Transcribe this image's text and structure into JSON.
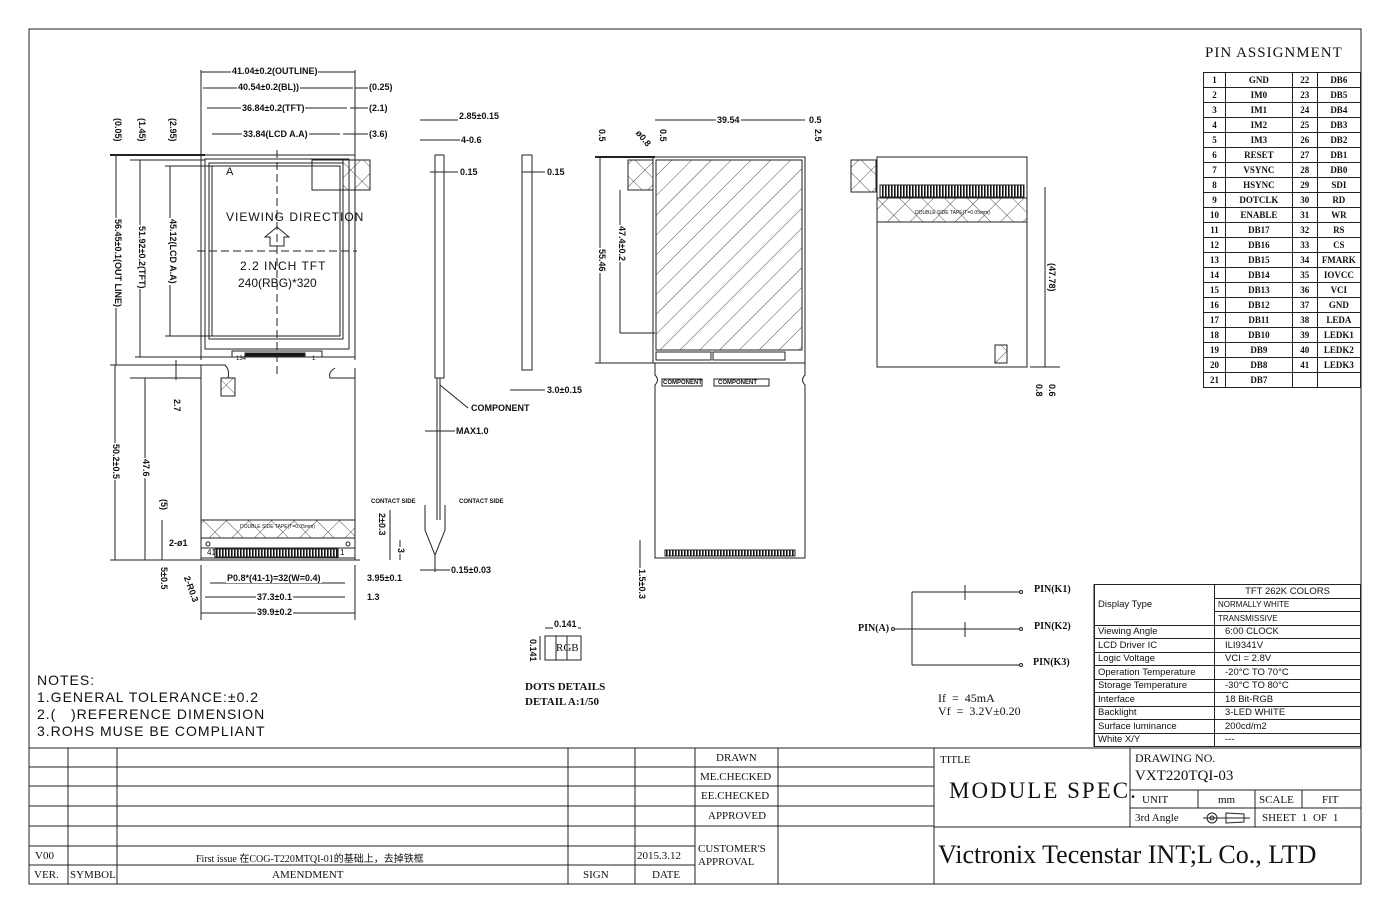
{
  "front_view": {
    "dims": [
      "41.04±0.2(OUTLINE)",
      "40.54±0.2(BL))",
      "(0.25)",
      "36.84±0.2(TFT)",
      "(2.1)",
      "33.84(LCD A.A)",
      "(3.6)"
    ],
    "vdims": [
      "(0.05)",
      "(1.45)",
      "(2.95)",
      "56.45±0.1(OUT LINE)",
      "51.92±0.2(TFT)",
      "45.12(LCD A.A)"
    ],
    "detail_marker": "A",
    "viewing_direction": "VIEWING DIRECTION",
    "size_label": "2.2 INCH TFT",
    "resolution_label": "240(RBG)*320",
    "pin_first": "134",
    "pin_last": "1"
  },
  "fpc": {
    "vdims": [
      "2.7",
      "50.2±0.5",
      "47.6",
      "(5)",
      "5±0.5",
      "2-R0.3"
    ],
    "hole": "2-ø1",
    "pitch": "P0.8*(41-1)=32(W=0.4)",
    "dims": [
      "3.95±0.1",
      "37.3±0.1",
      "1.3",
      "39.9±0.2"
    ],
    "pin_left": "41",
    "pin_right": "1",
    "tape": "DOUBLE SIDE TAPE(T=0.05mm)"
  },
  "side_view": {
    "dims": [
      "2.85±0.15",
      "4-0.6",
      "0.15",
      "0.15",
      "3.0±0.15",
      "COMPONENT",
      "MAX1.0",
      "CONTACT SIDE",
      "CONTACT SIDE",
      "0.15±0.03"
    ],
    "vdims": [
      "2±0.3",
      "3"
    ]
  },
  "back_view": {
    "dims": [
      "39.54",
      "0.5"
    ],
    "vdims": [
      "2.5",
      "0.5",
      "ø0.8",
      "0.5",
      "55.46",
      "47.4±0.2",
      "1.5±0.3"
    ],
    "component_labels": [
      "COMPONENT",
      "COMPONENT"
    ]
  },
  "right_view": {
    "vdims": [
      "(47.78)",
      "0.6",
      "0.8"
    ],
    "tape": "DOUBLE SIDE TAPE(T=0.05mm)"
  },
  "dots": {
    "w": "0.141",
    "h": "0.141",
    "rgb": "RGB",
    "title": "DOTS DETAILS",
    "detail": "DETAIL A:1/50"
  },
  "led": {
    "anode": "PIN(A)",
    "k1": "PIN(K1)",
    "k2": "PIN(K2)",
    "k3": "PIN(K3)",
    "if": "If  =  45mA",
    "vf": "Vf  =  3.2V±0.20"
  },
  "notes": {
    "title": "NOTES:",
    "items": [
      "1.GENERAL TOLERANCE:±0.2",
      "2.(   )REFERENCE DIMENSION",
      "3.ROHS MUSE BE COMPLIANT"
    ]
  },
  "pin_assignment": {
    "title": "PIN ASSIGNMENT",
    "rows": [
      [
        "1",
        "GND",
        "22",
        "DB6"
      ],
      [
        "2",
        "IM0",
        "23",
        "DB5"
      ],
      [
        "3",
        "IM1",
        "24",
        "DB4"
      ],
      [
        "4",
        "IM2",
        "25",
        "DB3"
      ],
      [
        "5",
        "IM3",
        "26",
        "DB2"
      ],
      [
        "6",
        "RESET",
        "27",
        "DB1"
      ],
      [
        "7",
        "VSYNC",
        "28",
        "DB0"
      ],
      [
        "8",
        "HSYNC",
        "29",
        "SDI"
      ],
      [
        "9",
        "DOTCLK",
        "30",
        "RD"
      ],
      [
        "10",
        "ENABLE",
        "31",
        "WR"
      ],
      [
        "11",
        "DB17",
        "32",
        "RS"
      ],
      [
        "12",
        "DB16",
        "33",
        "CS"
      ],
      [
        "13",
        "DB15",
        "34",
        "FMARK"
      ],
      [
        "14",
        "DB14",
        "35",
        "IOVCC"
      ],
      [
        "15",
        "DB13",
        "36",
        "VCI"
      ],
      [
        "16",
        "DB12",
        "37",
        "GND"
      ],
      [
        "17",
        "DB11",
        "38",
        "LEDA"
      ],
      [
        "18",
        "DB10",
        "39",
        "LEDK1"
      ],
      [
        "19",
        "DB9",
        "40",
        "LEDK2"
      ],
      [
        "20",
        "DB8",
        "41",
        "LEDK3"
      ],
      [
        "21",
        "DB7",
        "",
        ""
      ]
    ]
  },
  "spec": {
    "display_type_label": "Display Type",
    "display_type_values": [
      "TFT 262K COLORS",
      "NORMALLY WHITE",
      "TRANSMISSIVE"
    ],
    "rows": [
      [
        "Viewing Angle",
        "6:00 CLOCK"
      ],
      [
        "LCD Driver IC",
        "ILI9341V"
      ],
      [
        "Logic Voltage",
        "VCI = 2.8V"
      ],
      [
        "Operation Temperature",
        "-20°C TO 70°C"
      ],
      [
        "Storage Temperature",
        "-30°C TO 80°C"
      ],
      [
        "Interface",
        "18 Bit-RGB"
      ],
      [
        "Backlight",
        "3-LED WHITE"
      ],
      [
        "Surface luminance",
        "200cd/m2"
      ],
      [
        "White X/Y",
        "---"
      ]
    ]
  },
  "revision": {
    "headers": {
      "ver": "VER.",
      "symbol": "SYMBOL",
      "amendment": "AMENDMENT",
      "sign": "SIGN",
      "date": "DATE"
    },
    "entry": {
      "ver": "V00",
      "amendment": "First issue 在COG-T220MTQI-01的基础上，去掉铁框",
      "date": "2015.3.12"
    },
    "approvals": [
      "DRAWN",
      "ME.CHECKED",
      "EE.CHECKED",
      "APPROVED",
      "CUSTOMER'S APPROVAL"
    ]
  },
  "title_block": {
    "title_label": "TITLE",
    "title": "MODULE SPEC.",
    "drawing_no_label": "DRAWING NO.",
    "drawing_no": "VXT220TQI-03",
    "unit_label": "UNIT",
    "unit": "mm",
    "scale_label": "SCALE",
    "scale": "FIT",
    "projection": "3rd Angle",
    "sheet": "SHEET 1 OF 1",
    "company": "Victronix Tecenstar INT;L Co., LTD"
  }
}
